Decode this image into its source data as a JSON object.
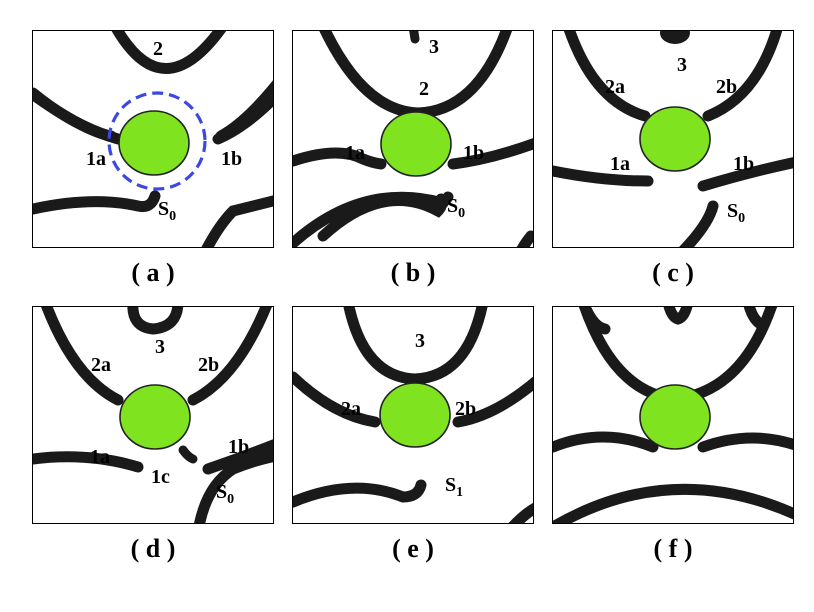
{
  "panels": [
    {
      "id": "a",
      "caption": "( a )",
      "labels": {
        "top": "2",
        "left": "1a",
        "right": "1b",
        "s_main": "S",
        "s_sub": "0"
      }
    },
    {
      "id": "b",
      "caption": "( b )",
      "labels": {
        "top": "3",
        "upper": "2",
        "left": "1a",
        "right": "1b",
        "s_main": "S",
        "s_sub": "0"
      }
    },
    {
      "id": "c",
      "caption": "( c )",
      "labels": {
        "top": "3",
        "upper_left": "2a",
        "upper_right": "2b",
        "left": "1a",
        "right": "1b",
        "s_main": "S",
        "s_sub": "0"
      }
    },
    {
      "id": "d",
      "caption": "( d )",
      "labels": {
        "top": "3",
        "upper_left": "2a",
        "upper_right": "2b",
        "left": "1a",
        "right": "1b",
        "center": "1c",
        "s_main": "S",
        "s_sub": "0"
      }
    },
    {
      "id": "e",
      "caption": "( e )",
      "labels": {
        "top": "3",
        "upper_left": "2a",
        "upper_right": "2b",
        "s_main": "S",
        "s_sub": "1"
      }
    },
    {
      "id": "f",
      "caption": "( f )",
      "labels": {}
    }
  ],
  "colors": {
    "disk": "#7fe31f",
    "stripe": "#1a1a1a",
    "dashed_circle": "#3b49e0"
  }
}
